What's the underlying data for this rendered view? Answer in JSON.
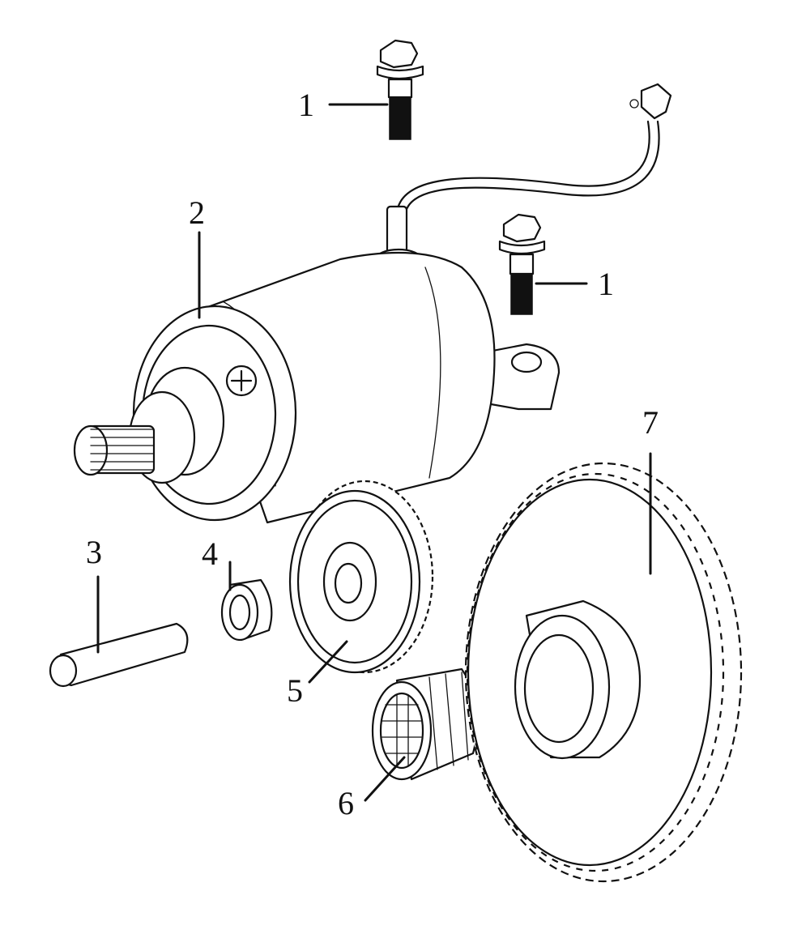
{
  "callouts": {
    "bolt_top": "1",
    "bolt_right": "1",
    "starter_motor": "2",
    "shaft": "3",
    "bushing": "4",
    "reduction_gear": "5",
    "one_way_clutch": "6",
    "starter_ring_gear": "7"
  },
  "colors": {
    "ink": "#111111",
    "paper": "#ffffff"
  }
}
